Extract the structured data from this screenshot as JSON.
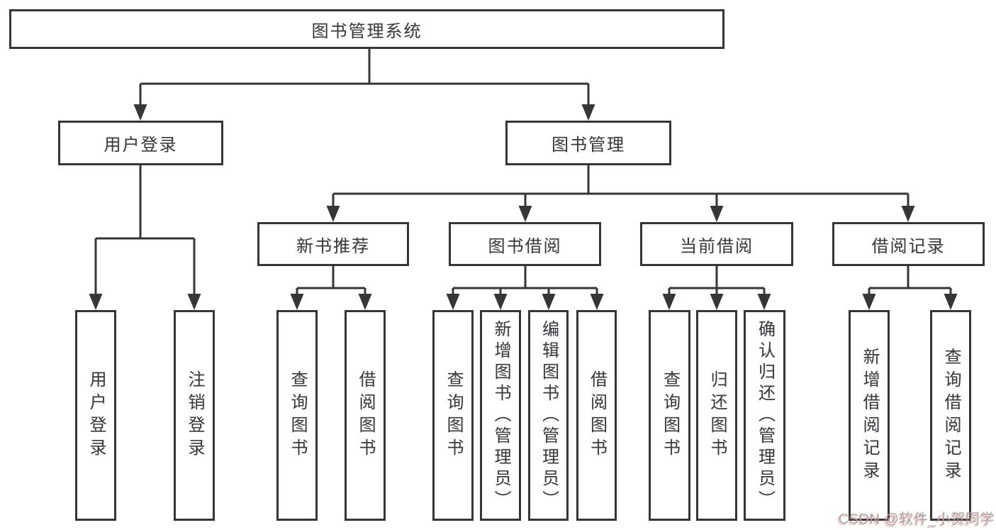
{
  "root": {
    "label": "图书管理系统"
  },
  "level2": {
    "user_login": {
      "label": "用户登录"
    },
    "book_mgmt": {
      "label": "图书管理"
    }
  },
  "level3": {
    "new_books": {
      "label": "新书推荐"
    },
    "book_borrow": {
      "label": "图书借阅"
    },
    "current_borrow": {
      "label": "当前借阅"
    },
    "borrow_records": {
      "label": "借阅记录"
    }
  },
  "leaves": {
    "user_login": [
      "用户登录",
      "注销登录"
    ],
    "new_books": [
      "查询图书",
      "借阅图书"
    ],
    "book_borrow": [
      "查询图书",
      "新增图书（管理员）",
      "编辑图书（管理员）",
      "借阅图书"
    ],
    "current_borrow": [
      "查询图书",
      "归还图书",
      "确认归还（管理员）"
    ],
    "borrow_records": [
      "新增借阅记录",
      "查询借阅记录"
    ]
  },
  "watermark": {
    "text": "CSDN @软件_小贺同学"
  },
  "colors": {
    "line": "#363636",
    "text": "#3a3a3a",
    "background": "#ffffff",
    "watermark": "#a6a6a6"
  }
}
